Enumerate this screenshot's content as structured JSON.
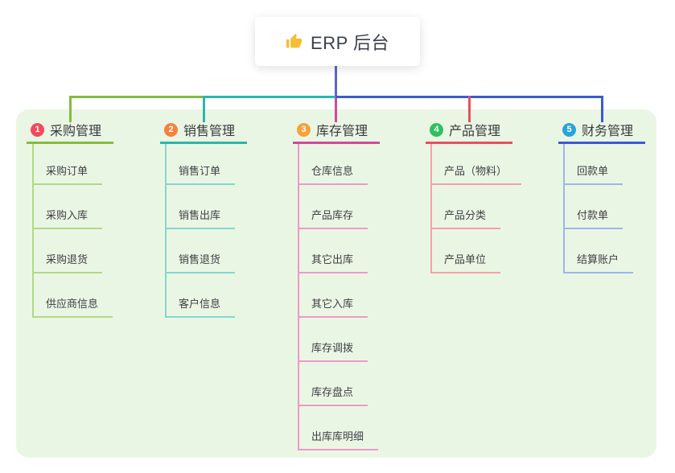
{
  "root": {
    "label": "ERP 后台",
    "icon": "thumbs-up-icon",
    "icon_color": "#f9bd33"
  },
  "panel_bg": "#eaf6e4",
  "root_connector_color": "#5a66cd",
  "branches": [
    {
      "index": "1",
      "title": "采购管理",
      "badge_color": "#f4495c",
      "line_color": "#85bb40",
      "child_line_color": "#b2d989",
      "children": [
        "采购订单",
        "采购入库",
        "采购退货",
        "供应商信息"
      ]
    },
    {
      "index": "2",
      "title": "销售管理",
      "badge_color": "#f5823a",
      "line_color": "#2cb6ad",
      "child_line_color": "#85d6cf",
      "children": [
        "销售订单",
        "销售出库",
        "销售退货",
        "客户信息"
      ]
    },
    {
      "index": "3",
      "title": "库存管理",
      "badge_color": "#f6a13a",
      "line_color": "#d4479c",
      "child_line_color": "#ee9ac7",
      "children": [
        "仓库信息",
        "产品库存",
        "其它出库",
        "其它入库",
        "库存调拨",
        "库存盘点",
        "出库库明细"
      ]
    },
    {
      "index": "4",
      "title": "产品管理",
      "badge_color": "#30bf5f",
      "line_color": "#e94f5e",
      "child_line_color": "#f4a0a6",
      "children": [
        "产品（物料）",
        "产品分类",
        "产品单位"
      ]
    },
    {
      "index": "5",
      "title": "财务管理",
      "badge_color": "#2aa3db",
      "line_color": "#3a5ad5",
      "child_line_color": "#9fb5e9",
      "children": [
        "回款单",
        "付款单",
        "结算账户"
      ]
    }
  ]
}
